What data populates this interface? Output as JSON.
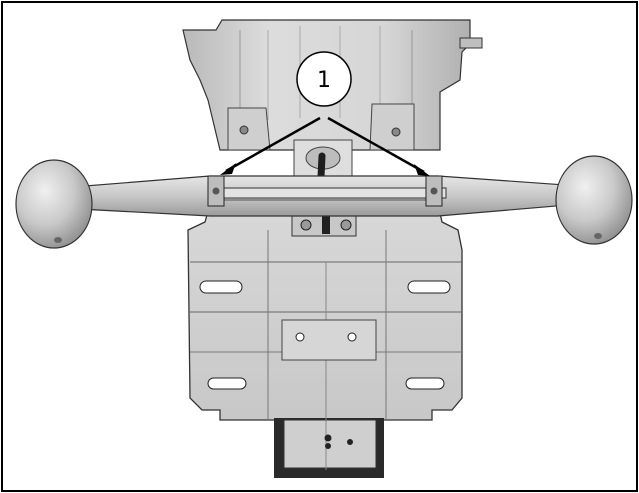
{
  "figure": {
    "callouts": [
      {
        "number": "1",
        "targets": [
          "left-pivot",
          "right-pivot"
        ]
      }
    ],
    "colors": {
      "frame_border": "#000000",
      "part_fill": "#d3d3d3",
      "part_shadow": "#a9a9a9",
      "part_highlight": "#efefef",
      "line": "#333333",
      "dark_base": "#2a2a2a"
    }
  }
}
